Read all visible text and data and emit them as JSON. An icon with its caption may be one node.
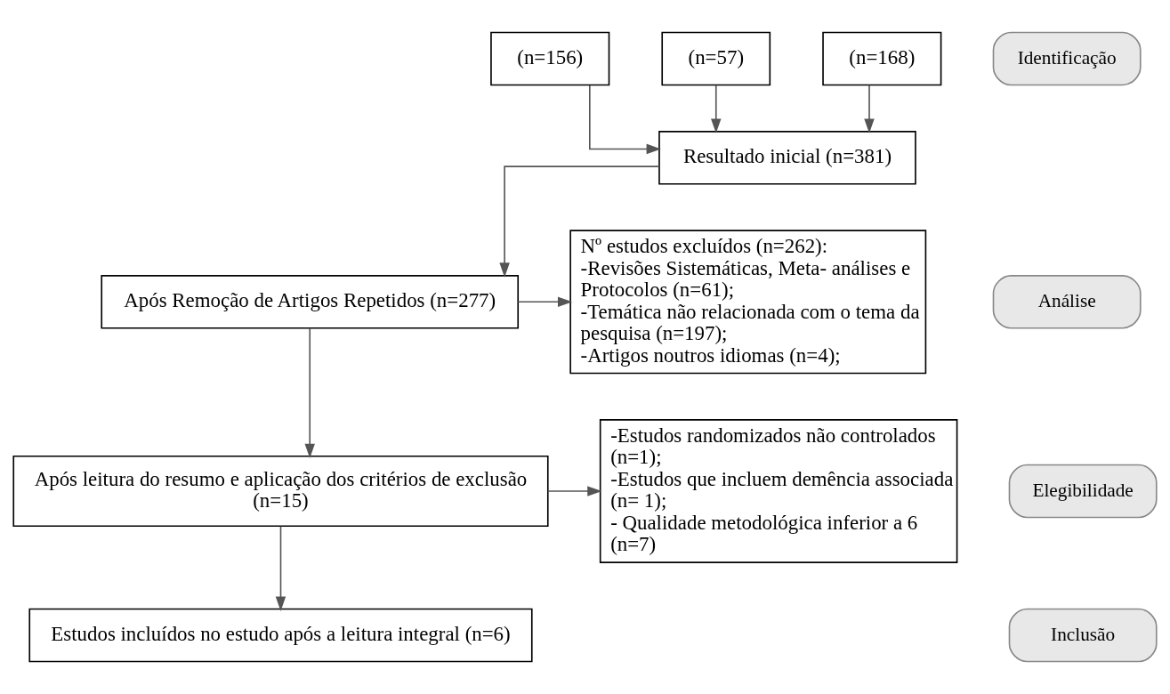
{
  "diagram": {
    "nodes": [
      {
        "text": [
          "Identificação"
        ]
      },
      {
        "text": [
          "(n=156)"
        ]
      },
      {
        "text": [
          "(n=57)"
        ]
      },
      {
        "text": [
          "(n=168)"
        ]
      },
      {
        "text": [
          "Resultado inicial (n=381)"
        ]
      },
      {
        "text": [
          "Análise"
        ]
      },
      {
        "text": [
          "Após Remoção de Artigos Repetidos (n=277)"
        ]
      },
      {
        "text": [
          "Nº estudos excluídos (n=262):",
          "-Revisões Sistemáticas, Meta- análises e Protocolos (n=61);",
          "-Temática não relacionada com o tema da pesquisa (n=197);",
          "-Artigos noutros idiomas (n=4);"
        ]
      },
      {
        "text": [
          "Elegibilidade"
        ]
      },
      {
        "text": [
          "Após leitura do resumo e aplicação dos critérios de exclusão (n=15)"
        ]
      },
      {
        "text": [
          "-Estudos randomizados não controlados (n=1);",
          "-Estudos que incluem demência associada (n= 1);",
          "- Qualidade metodológica inferior a 6 (n=7)"
        ]
      },
      {
        "text": [
          "Inclusão"
        ]
      },
      {
        "text": [
          "Estudos incluídos no estudo após a leitura integral (n=6)"
        ]
      }
    ],
    "edges": [
      {
        "from": 1,
        "to": 4,
        "arrow": "to"
      },
      {
        "from": 2,
        "to": 4,
        "arrow": "to"
      },
      {
        "from": 3,
        "to": 4,
        "arrow": "to"
      },
      {
        "from": 4,
        "to": 6,
        "arrow": "to"
      },
      {
        "from": 6,
        "to": 7,
        "arrow": "to"
      },
      {
        "from": 6,
        "to": 9,
        "arrow": "to"
      },
      {
        "from": 9,
        "to": 10,
        "arrow": "to"
      },
      {
        "from": 9,
        "to": 12,
        "arrow": "to"
      }
    ]
  }
}
